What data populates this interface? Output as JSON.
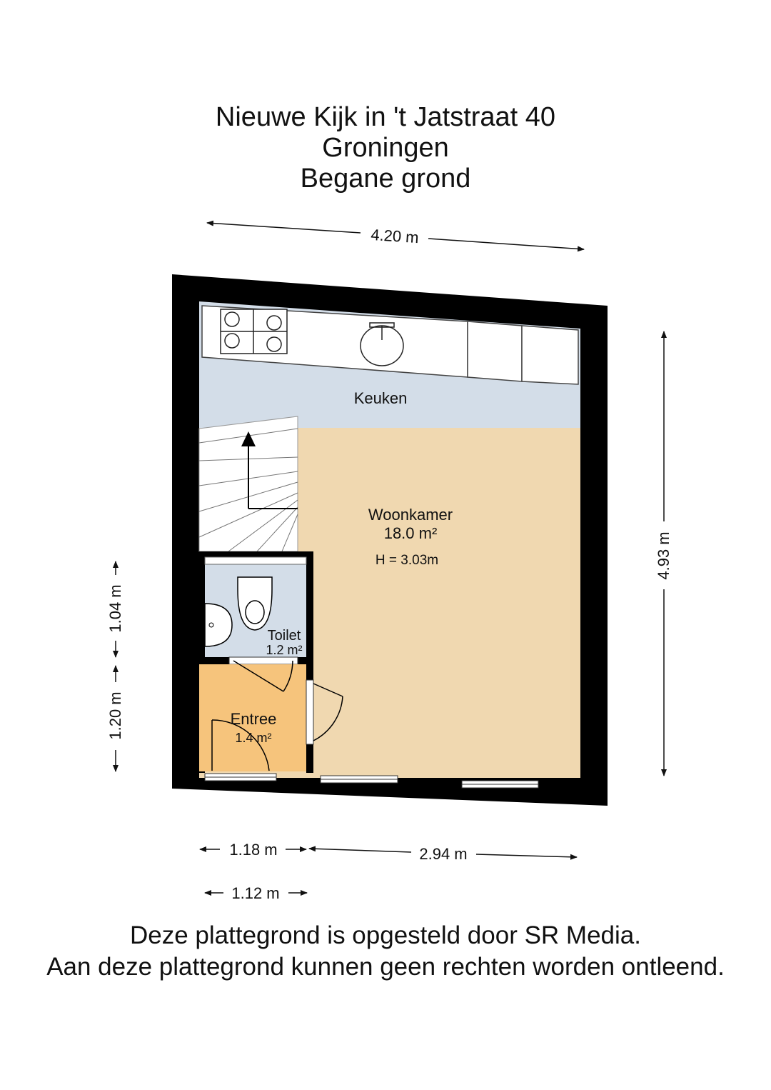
{
  "title": {
    "line1": "Nieuwe Kijk in 't Jatstraat 40",
    "line2": "Groningen",
    "line3": "Begane grond"
  },
  "rooms": {
    "keuken": {
      "name": "Keuken"
    },
    "woonkamer": {
      "name": "Woonkamer",
      "area": "18.0 m²",
      "height": "H = 3.03m"
    },
    "toilet": {
      "name": "Toilet",
      "area": "1.2 m²"
    },
    "entree": {
      "name": "Entree",
      "area": "1.4 m²"
    }
  },
  "dimensions": {
    "top_width": "4.20 m",
    "right_height": "4.93 m",
    "left_upper": "1.04 m",
    "left_lower": "1.20 m",
    "bottom_left": "1.18 m",
    "bottom_right": "2.94 m",
    "bottom_second": "1.12 m"
  },
  "colors": {
    "wall": "#000000",
    "keuken": "#d3dde8",
    "woonkamer": "#f0d8b0",
    "toilet": "#d3dde8",
    "entree": "#f6c47c"
  },
  "disclaimer": {
    "line1": "Deze plattegrond is opgesteld door SR Media.",
    "line2": "Aan deze plattegrond kunnen geen rechten worden ontleend."
  }
}
